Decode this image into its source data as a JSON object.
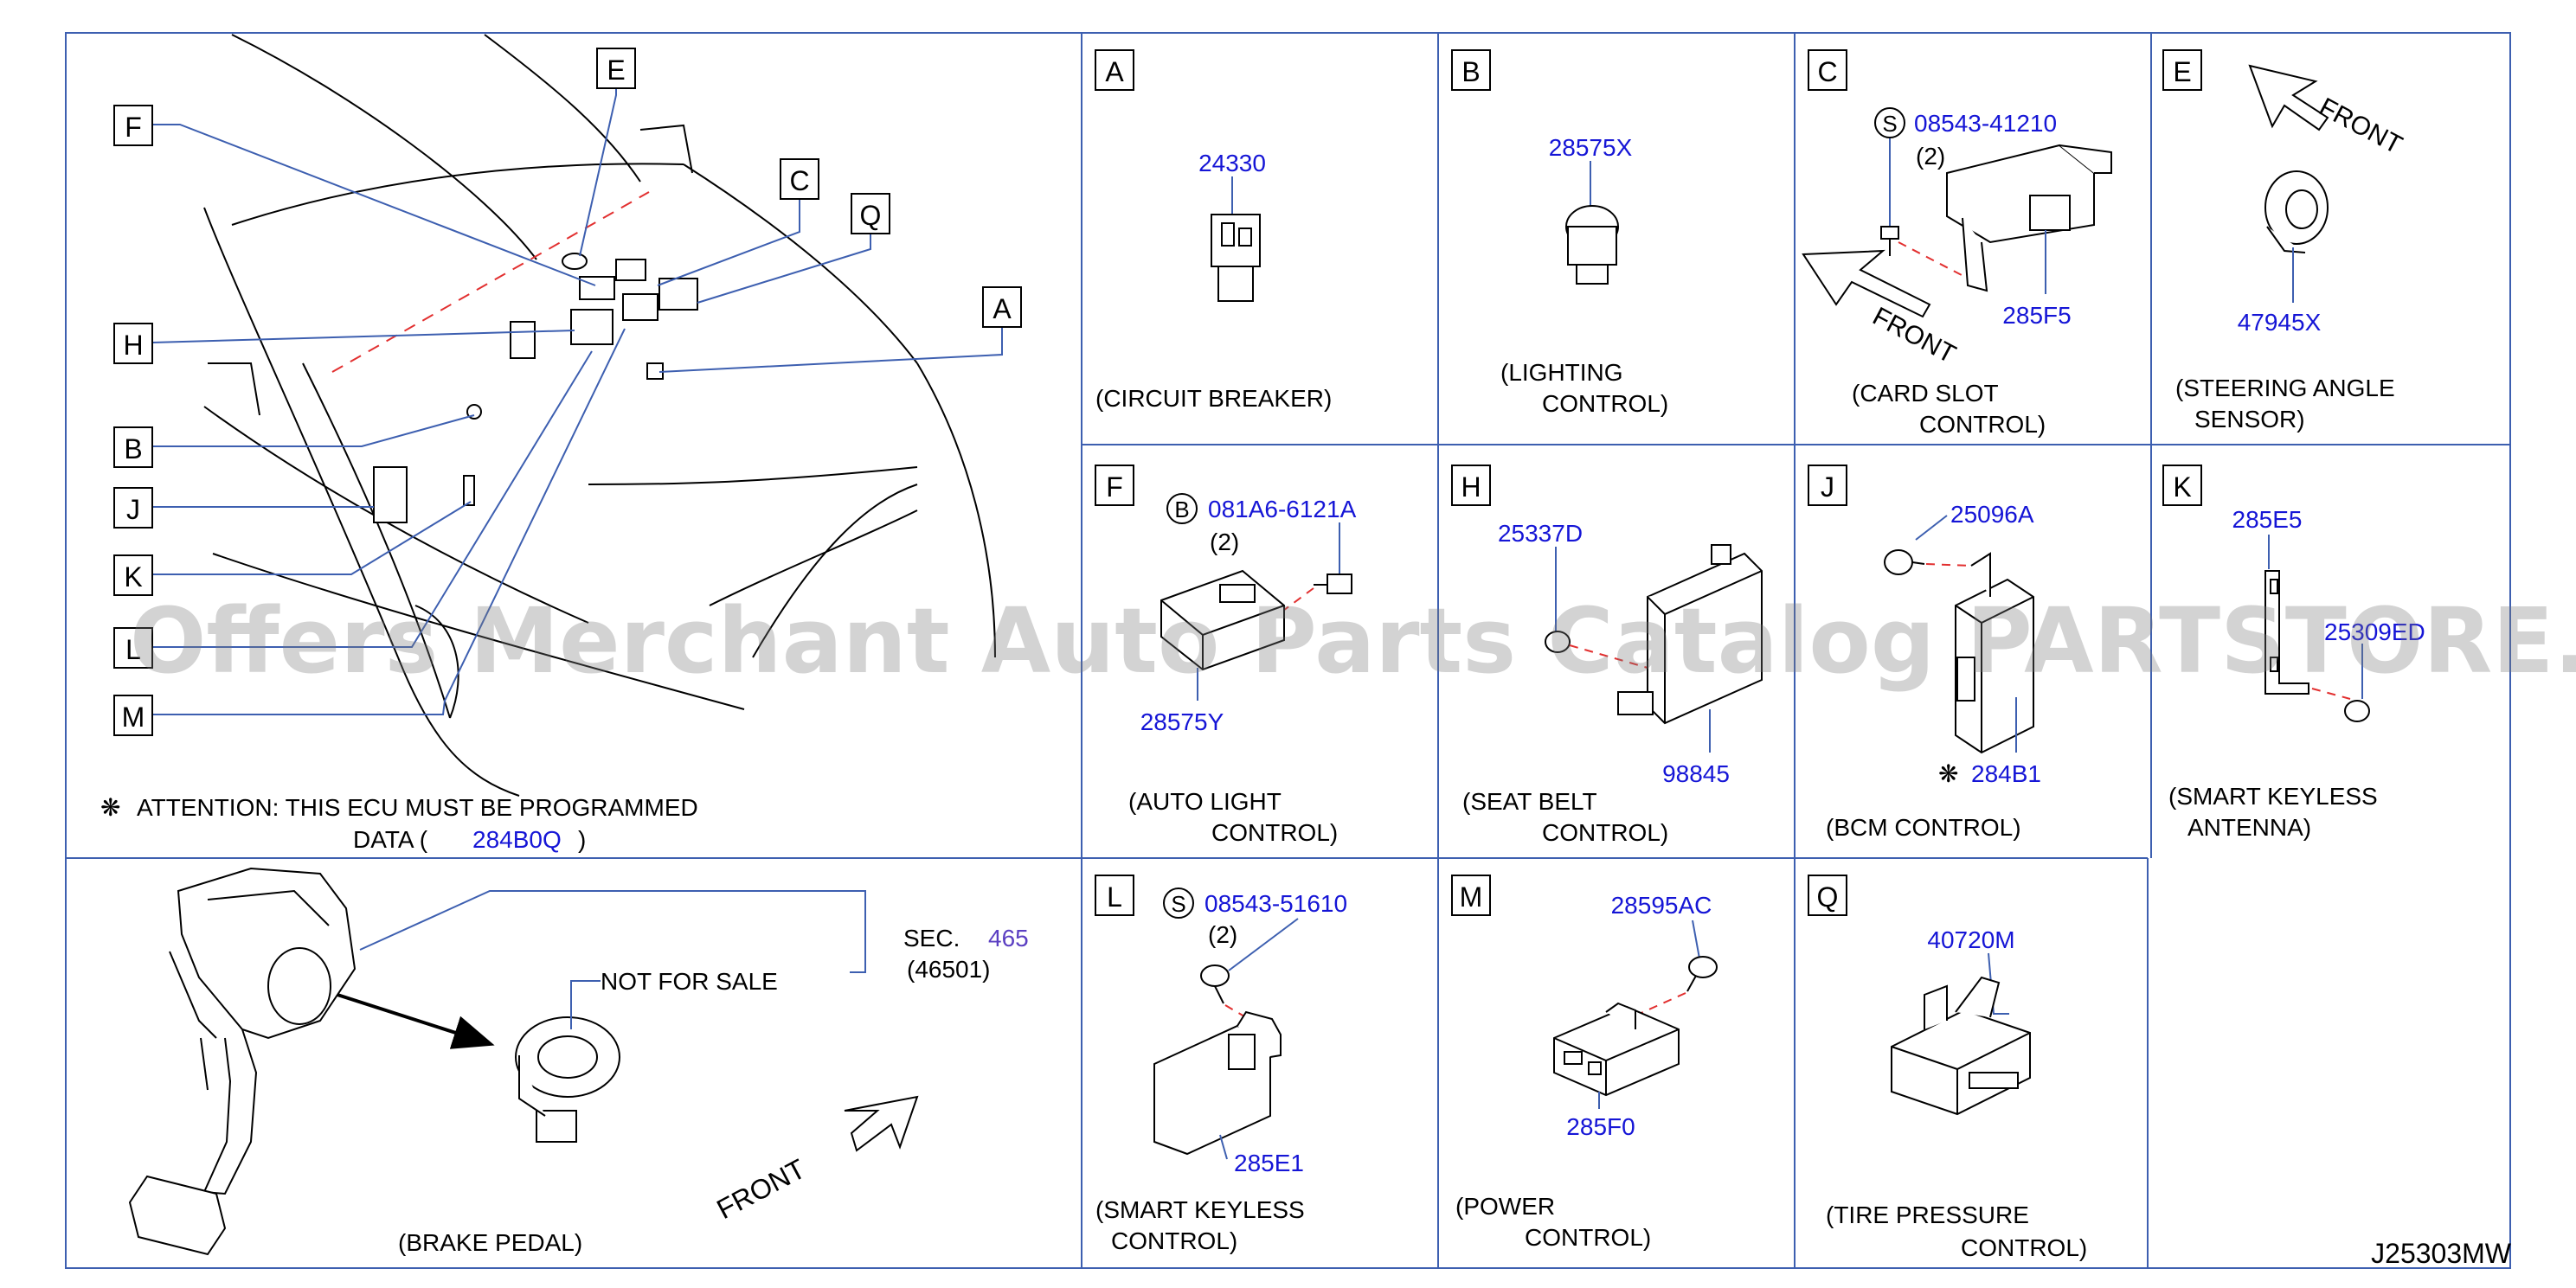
{
  "colors": {
    "frame": "#3d5fb0",
    "ink": "#000000",
    "part_number": "#1515d6",
    "sec_number": "#5b3fc2",
    "dashed": "#e23030"
  },
  "main": {
    "letters": [
      "E",
      "F",
      "C",
      "Q",
      "H",
      "A",
      "B",
      "J",
      "K",
      "L",
      "M"
    ],
    "attention": "ATTENTION:  THIS  ECU  MUST  BE  PROGRAMMED",
    "attention_data": "DATA  (",
    "attention_part": "284B0Q",
    "attention_close": ")"
  },
  "panels": {
    "A": {
      "letter": "A",
      "parts": [
        "24330"
      ],
      "caption": [
        "(CIRCUIT    BREAKER)"
      ]
    },
    "B": {
      "letter": "B",
      "parts": [
        "28575X"
      ],
      "caption": [
        "(LIGHTING",
        "CONTROL)"
      ]
    },
    "C": {
      "letter": "C",
      "badge": "S",
      "parts": [
        "08543-41210",
        "285F5"
      ],
      "qty": "(2)",
      "front": "FRONT",
      "caption": [
        "(CARD    SLOT",
        "CONTROL)"
      ]
    },
    "E": {
      "letter": "E",
      "parts": [
        "47945X"
      ],
      "front": "FRONT",
      "caption": [
        "(STEERING    ANGLE",
        "SENSOR)"
      ]
    },
    "F": {
      "letter": "F",
      "badge": "B",
      "parts": [
        "081A6-6121A",
        "28575Y"
      ],
      "qty": "(2)",
      "caption": [
        "(AUTO    LIGHT",
        "CONTROL)"
      ]
    },
    "H": {
      "letter": "H",
      "parts": [
        "25337D",
        "98845"
      ],
      "caption": [
        "(SEAT    BELT",
        "CONTROL)"
      ]
    },
    "J": {
      "letter": "J",
      "parts": [
        "25096A",
        "284B1"
      ],
      "caption": [
        "(BCM    CONTROL)"
      ]
    },
    "K": {
      "letter": "K",
      "parts": [
        "285E5",
        "25309ED"
      ],
      "caption": [
        "(SMART    KEYLESS",
        "ANTENNA)"
      ]
    },
    "L": {
      "letter": "L",
      "badge": "S",
      "parts": [
        "08543-51610",
        "285E1"
      ],
      "qty": "(2)",
      "caption": [
        "(SMART    KEYLESS",
        "CONTROL)"
      ]
    },
    "M": {
      "letter": "M",
      "parts": [
        "28595AC",
        "285F0"
      ],
      "caption": [
        "(POWER",
        "CONTROL)"
      ]
    },
    "Q": {
      "letter": "Q",
      "parts": [
        "40720M"
      ],
      "caption": [
        "(TIRE    PRESSURE",
        "CONTROL)"
      ]
    }
  },
  "brake": {
    "sec_label": "SEC.",
    "sec_num": "465",
    "sec_sub": "(46501)",
    "not_for_sale": "NOT    FOR    SALE",
    "front": "FRONT",
    "caption": "(BRAKE    PEDAL)"
  },
  "diagram_code": "J25303MW",
  "watermark": "Offers Merchant Auto Parts Catalog PARTSTORE.SA"
}
